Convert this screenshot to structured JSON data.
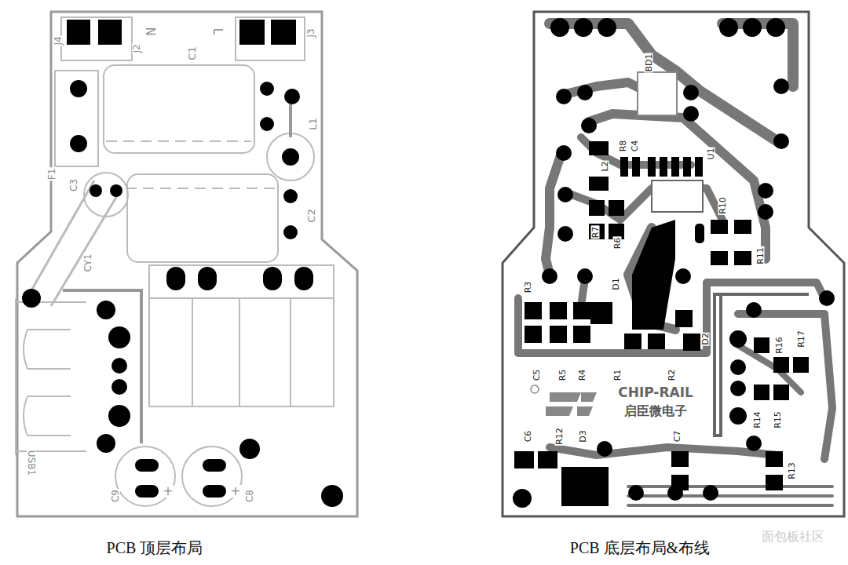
{
  "diagram": {
    "labels": [
      "J4",
      "N",
      "J2",
      "C1",
      "L",
      "J3",
      "L1",
      "F1",
      "C3",
      "CY1",
      "C2",
      "USB1",
      "C9",
      "C8",
      "+",
      "+",
      "BD1",
      "L2",
      "R8",
      "C4",
      "U1",
      "R10",
      "R7",
      "R6",
      "R11",
      "R3",
      "D1",
      "D2",
      "C5",
      "R5",
      "R4",
      "R1",
      "R2",
      "R16",
      "R17",
      "CHIP-RAIL",
      "启臣微电子",
      "C6",
      "R12",
      "D3",
      "C7",
      "R14",
      "R15",
      "R13",
      "PCB 顶层布局",
      "PCB 底层布局&布线",
      "面包板社区"
    ]
  }
}
